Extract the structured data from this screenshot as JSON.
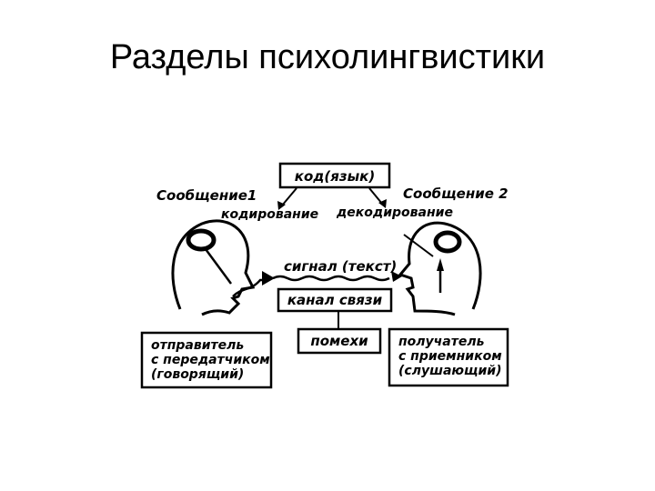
{
  "slide": {
    "title": "Разделы психолингвистики"
  },
  "diagram": {
    "code_box": "код(язык)",
    "message_1": "Сообщение1",
    "message_2": "Сообщение 2",
    "encoding": "кодирование",
    "decoding": "декодирование",
    "signal": "сигнал (текст)",
    "channel": "канал связи",
    "noise": "помехи",
    "sender": {
      "line1": "отправитель",
      "line2": "с передатчиком",
      "line3": "(говорящий)"
    },
    "receiver": {
      "line1": "получатель",
      "line2": "с приемником",
      "line3": "(слушающий)"
    }
  }
}
